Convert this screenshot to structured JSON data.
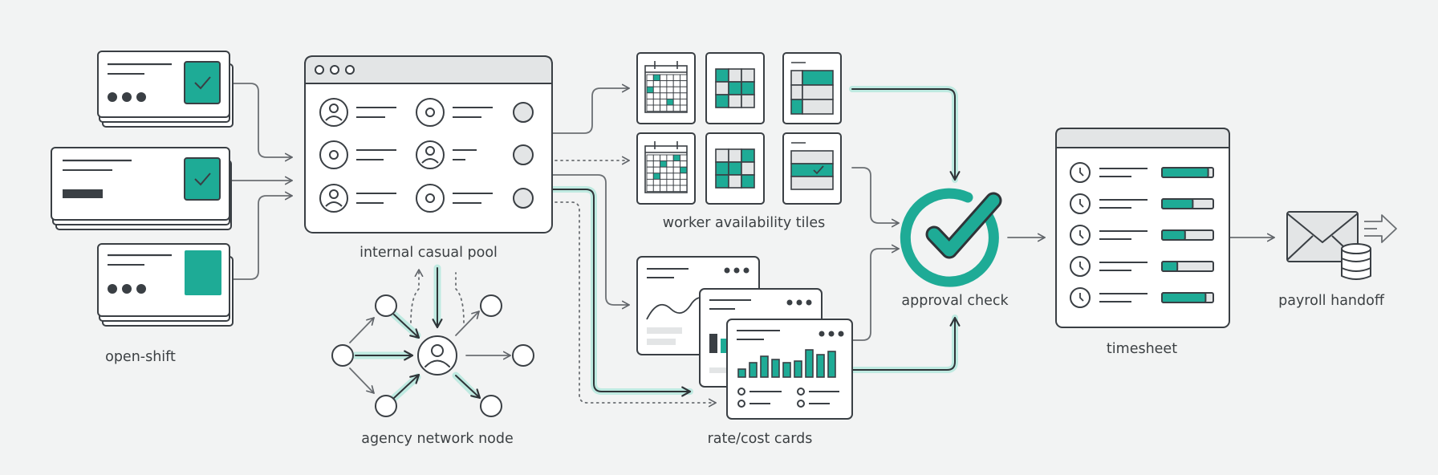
{
  "colors": {
    "background": "#f2f3f3",
    "stroke": "#3a3f44",
    "accent": "#1eab96",
    "accent_glow": "#bfeae1",
    "card_fill": "#ffffff",
    "panel_fill": "#e3e5e6",
    "arrow": "#6b6f73"
  },
  "labels": {
    "open_shift": "open-shift",
    "internal_pool": "internal casual pool",
    "agency_node": "agency network node",
    "availability": "worker availability tiles",
    "rate_cards": "rate/cost cards",
    "approval": "approval check",
    "timesheet": "timesheet",
    "payroll": "payroll handoff"
  },
  "icons": {
    "open_shift_cards": "stacked-card-icon",
    "internal_pool": "people-list-window-icon",
    "agency_node": "network-node-icon",
    "availability": "calendar-grid-icon",
    "rate_cards": "bar-chart-card-icon",
    "approval": "check-circle-icon",
    "timesheet": "clock-progress-list-icon",
    "payroll": "envelope-database-icon"
  },
  "timesheet_progress": [
    0.9,
    0.6,
    0.45,
    0.3,
    0.85
  ]
}
